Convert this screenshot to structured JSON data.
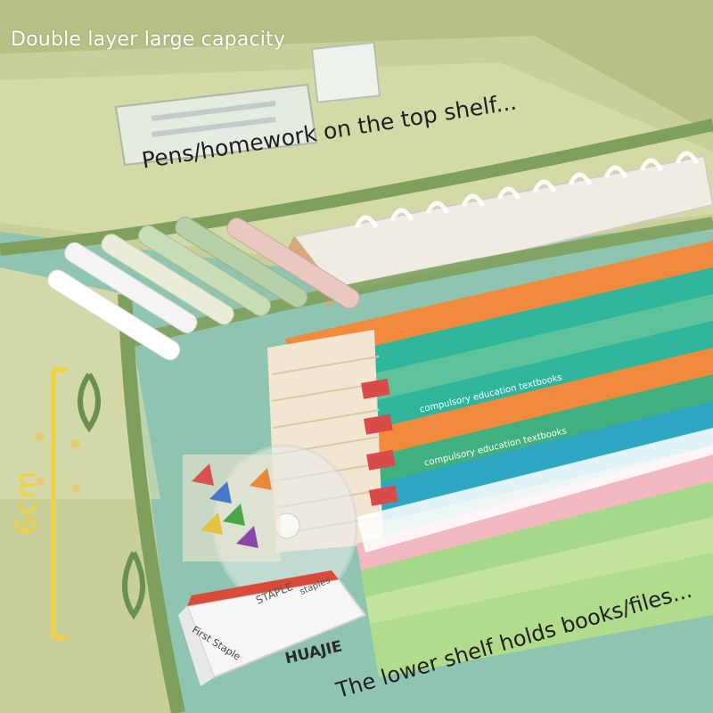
{
  "captions": {
    "headline": "Double layer large capacity",
    "top_shelf": "Pens/homework on the top shelf...",
    "lower_shelf": "The lower shelf holds books/files...",
    "height_mark": "6cm"
  },
  "products": {
    "textbook_label": "compulsory education textbooks",
    "staple_box_brand": "HUAJIE",
    "staple_box_label": "First Staple",
    "staple_disc_label": "STAPLE",
    "staple_disc_sub": "staples"
  },
  "colors": {
    "background": "#8fc4b0",
    "mesh_bag": "#b8c48c",
    "zipper_trim": "#7fa05c",
    "height_marker": "#f2d23a",
    "textbook_teal": "#2fb59a",
    "textbook_orange": "#f08a3c",
    "textbook_pink": "#f2a6a0"
  }
}
